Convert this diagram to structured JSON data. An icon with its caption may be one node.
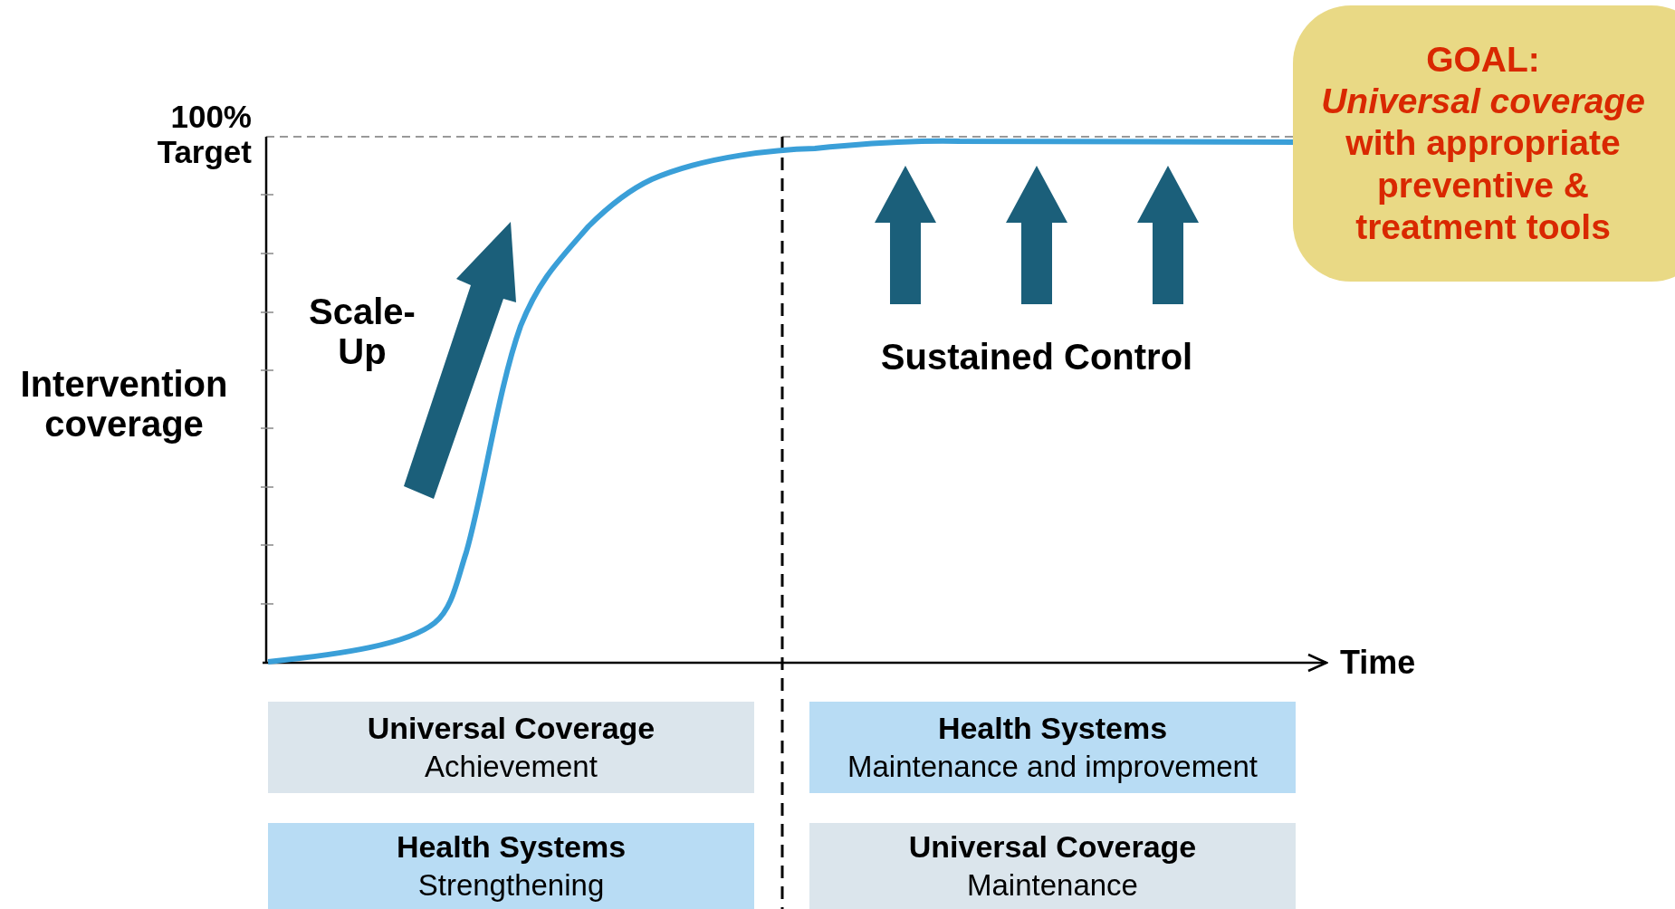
{
  "diagram": {
    "nodes": [
      {
        "text": [
          "GOAL:",
          "*Universal coverage* with appropriate preventive & treatment tools"
        ]
      },
      {
        "text": [
          "Universal Coverage",
          "Achievement"
        ]
      },
      {
        "text": [
          "Health Systems",
          "Maintenance and improvement"
        ]
      },
      {
        "text": [
          "Health Systems",
          "Strengthening"
        ]
      },
      {
        "text": [
          "Universal Coverage",
          "Maintenance"
        ]
      }
    ],
    "edges": [],
    "labels": [
      "100% Target",
      "Scale-Up",
      "Intervention coverage",
      "Sustained Control",
      "Time"
    ]
  }
}
